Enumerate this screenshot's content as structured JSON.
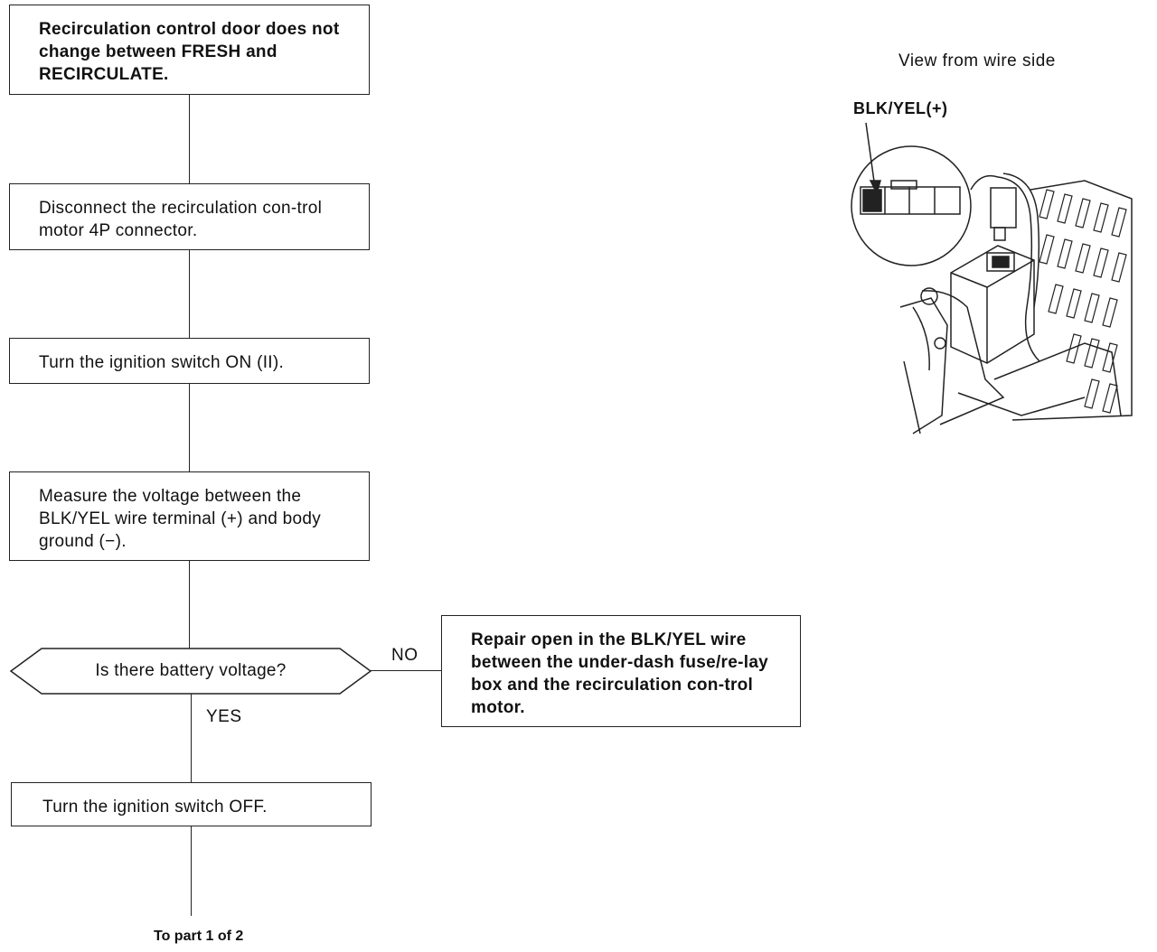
{
  "flowchart": {
    "step1": "Recirculation control door does not change between FRESH and RECIRCULATE.",
    "step2": "Disconnect the recirculation con-trol motor 4P connector.",
    "step3": "Turn the ignition switch ON (II).",
    "step4": "Measure the voltage between the BLK/YEL wire terminal (+) and body ground (−).",
    "decision": "Is there battery voltage?",
    "no_label": "NO",
    "yes_label": "YES",
    "no_action": "Repair open in the BLK/YEL wire between the under-dash fuse/re-lay box and the recirculation con-trol motor.",
    "step5": "Turn the ignition switch OFF.",
    "continuation": "To part 1 of 2"
  },
  "illustration": {
    "view_caption": "View from wire side",
    "terminal_callout": "BLK/YEL(+)"
  }
}
